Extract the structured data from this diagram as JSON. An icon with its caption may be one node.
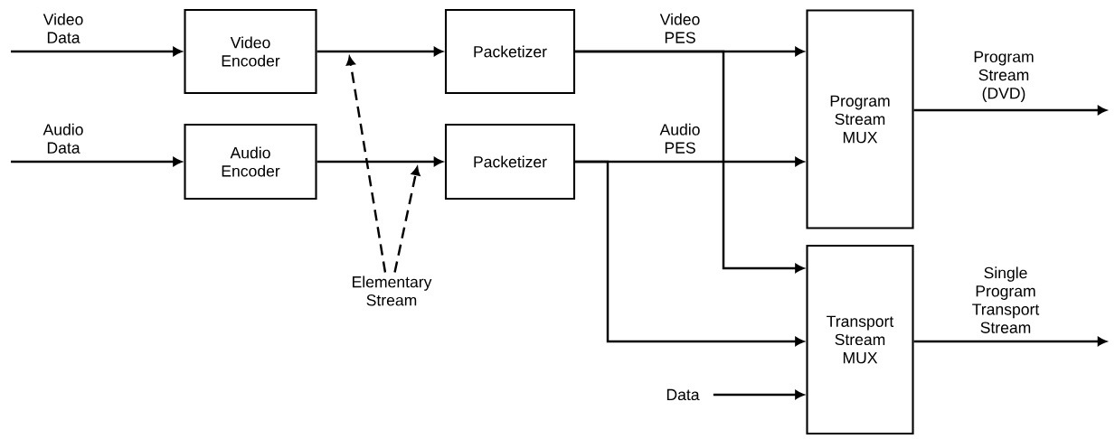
{
  "diagram": {
    "nodes": [
      {
        "text": [
          "Video Encoder"
        ]
      },
      {
        "text": [
          "Audio Encoder"
        ]
      },
      {
        "text": [
          "Packetizer"
        ]
      },
      {
        "text": [
          "Packetizer"
        ]
      },
      {
        "text": [
          "Program Stream MUX"
        ]
      },
      {
        "text": [
          "Transport Stream MUX"
        ]
      },
      {
        "text": [
          "Elementary Stream"
        ]
      },
      {
        "text": [
          "Data"
        ]
      }
    ],
    "edges": [
      {
        "from": null,
        "to": 0,
        "arrow": "to",
        "label": "Video Data"
      },
      {
        "from": null,
        "to": 1,
        "arrow": "to",
        "label": "Audio Data"
      },
      {
        "from": 0,
        "to": 2,
        "arrow": "to"
      },
      {
        "from": 1,
        "to": 3,
        "arrow": "to"
      },
      {
        "from": 2,
        "to": 4,
        "arrow": "to",
        "label": "Video PES"
      },
      {
        "from": 3,
        "to": 4,
        "arrow": "to",
        "label": "Audio PES"
      },
      {
        "from": 2,
        "to": 5,
        "arrow": "to"
      },
      {
        "from": 3,
        "to": 5,
        "arrow": "to"
      },
      {
        "from": 4,
        "to": null,
        "arrow": "to",
        "label": "Program Stream (DVD)"
      },
      {
        "from": 5,
        "to": null,
        "arrow": "to",
        "label": "Single Program Transport Stream"
      },
      {
        "from": 7,
        "to": 5,
        "arrow": "to"
      },
      {
        "from": 6,
        "to": null,
        "arrow": "to",
        "style": "dashed"
      },
      {
        "from": 6,
        "to": null,
        "arrow": "to",
        "style": "dashed"
      }
    ]
  }
}
